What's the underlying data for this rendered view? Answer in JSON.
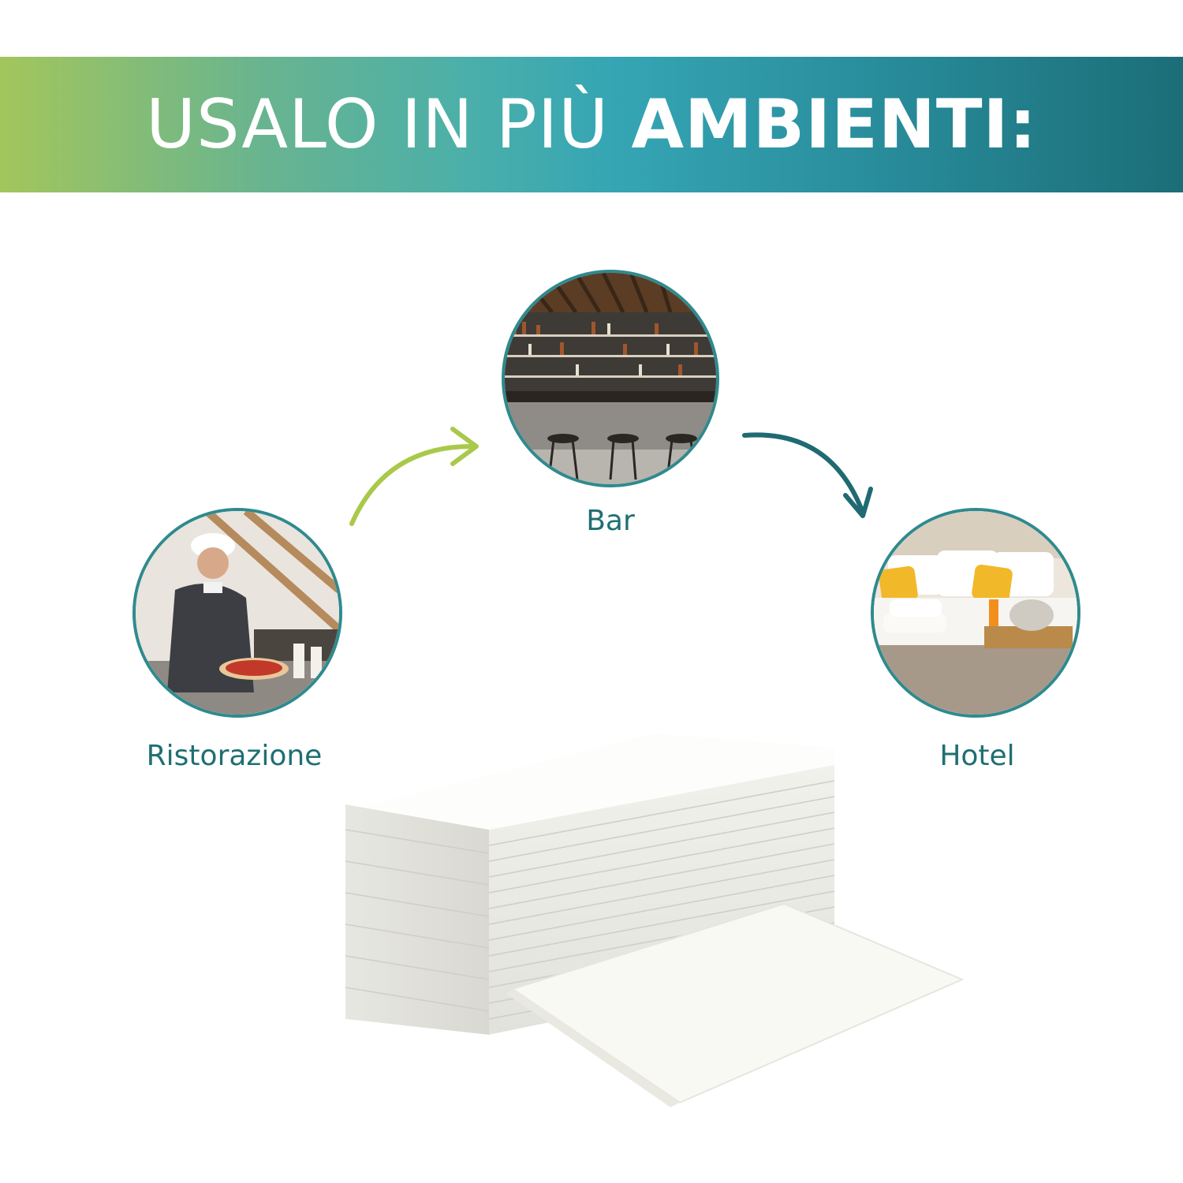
{
  "banner": {
    "title_light": "USALO IN PIÙ ",
    "title_bold": "AMBIENTI:",
    "gradient_start": "#a3c65c",
    "gradient_end": "#1b6e78"
  },
  "environments": [
    {
      "label": "Ristorazione"
    },
    {
      "label": "Bar"
    },
    {
      "label": "Hotel"
    }
  ],
  "colors": {
    "label_text": "#1f6f72",
    "arrow_left": "#a9c94a",
    "arrow_right": "#1f6a73",
    "circle_border": "#2f8a8e"
  }
}
